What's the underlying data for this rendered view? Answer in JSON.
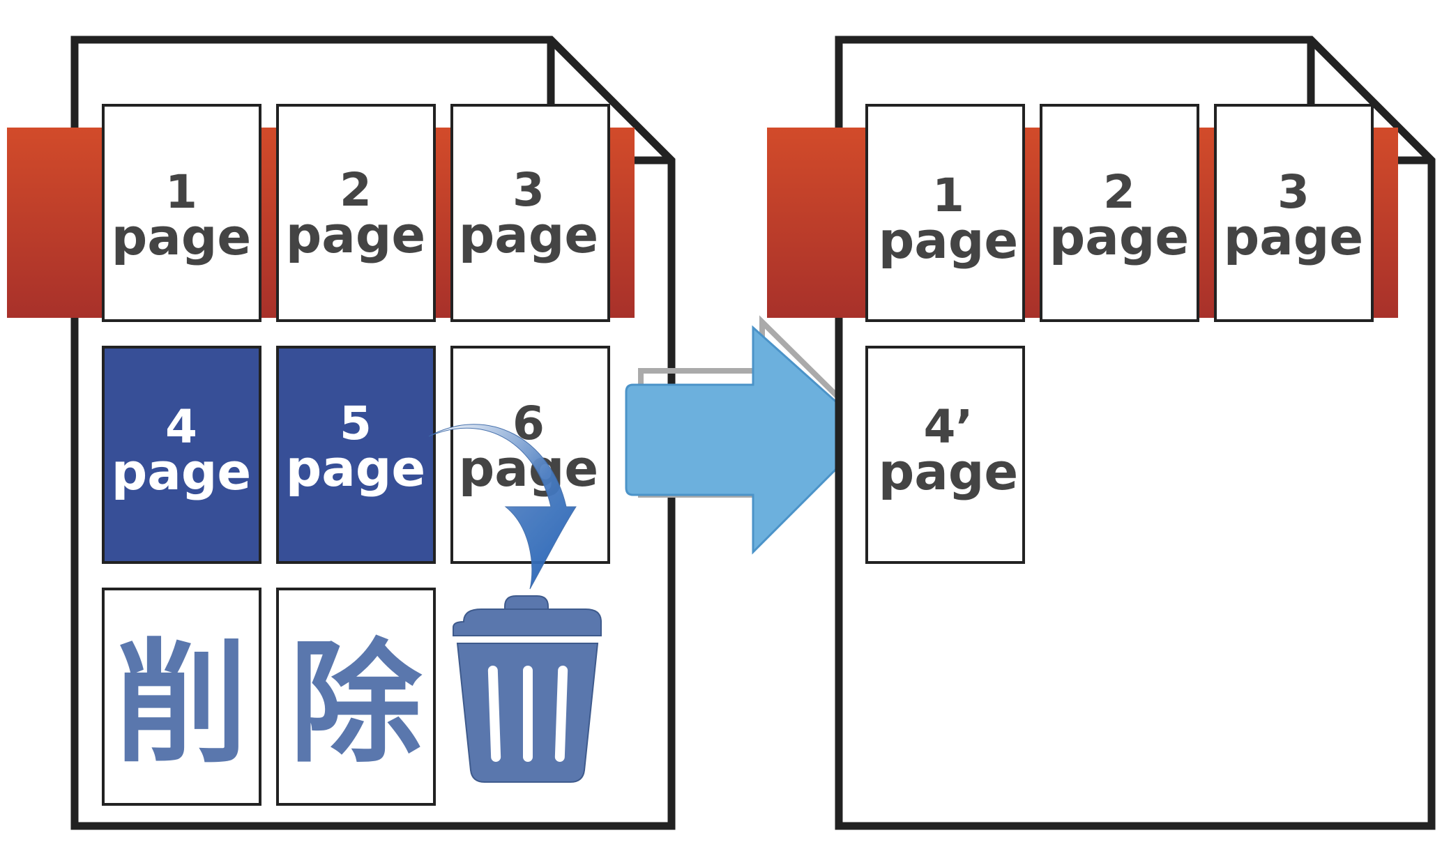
{
  "before": {
    "pages": [
      {
        "num": "1",
        "word": "page",
        "state": "kept"
      },
      {
        "num": "2",
        "word": "page",
        "state": "kept"
      },
      {
        "num": "3",
        "word": "page",
        "state": "kept"
      },
      {
        "num": "4",
        "word": "page",
        "state": "selected"
      },
      {
        "num": "5",
        "word": "page",
        "state": "selected"
      },
      {
        "num": "6",
        "word": "page",
        "state": "kept"
      }
    ],
    "delete_label_1": "削",
    "delete_label_2": "除"
  },
  "after": {
    "pages": [
      {
        "num": "1",
        "word": "page"
      },
      {
        "num": "2",
        "word": "page"
      },
      {
        "num": "3",
        "word": "page"
      },
      {
        "num": "4’",
        "word": "page"
      }
    ]
  },
  "icons": {
    "trash": "trash-can-icon",
    "arrow": "right-arrow-icon",
    "curved_arrow": "curved-arrow-icon"
  },
  "colors": {
    "ribbon_top": "#d24b2a",
    "ribbon_bottom": "#a8312a",
    "selected_page": "#374f97",
    "delete_accent": "#5a77ad",
    "arrow_fill": "#6cb0dd",
    "page_text": "#444444",
    "doc_border": "#222222"
  }
}
